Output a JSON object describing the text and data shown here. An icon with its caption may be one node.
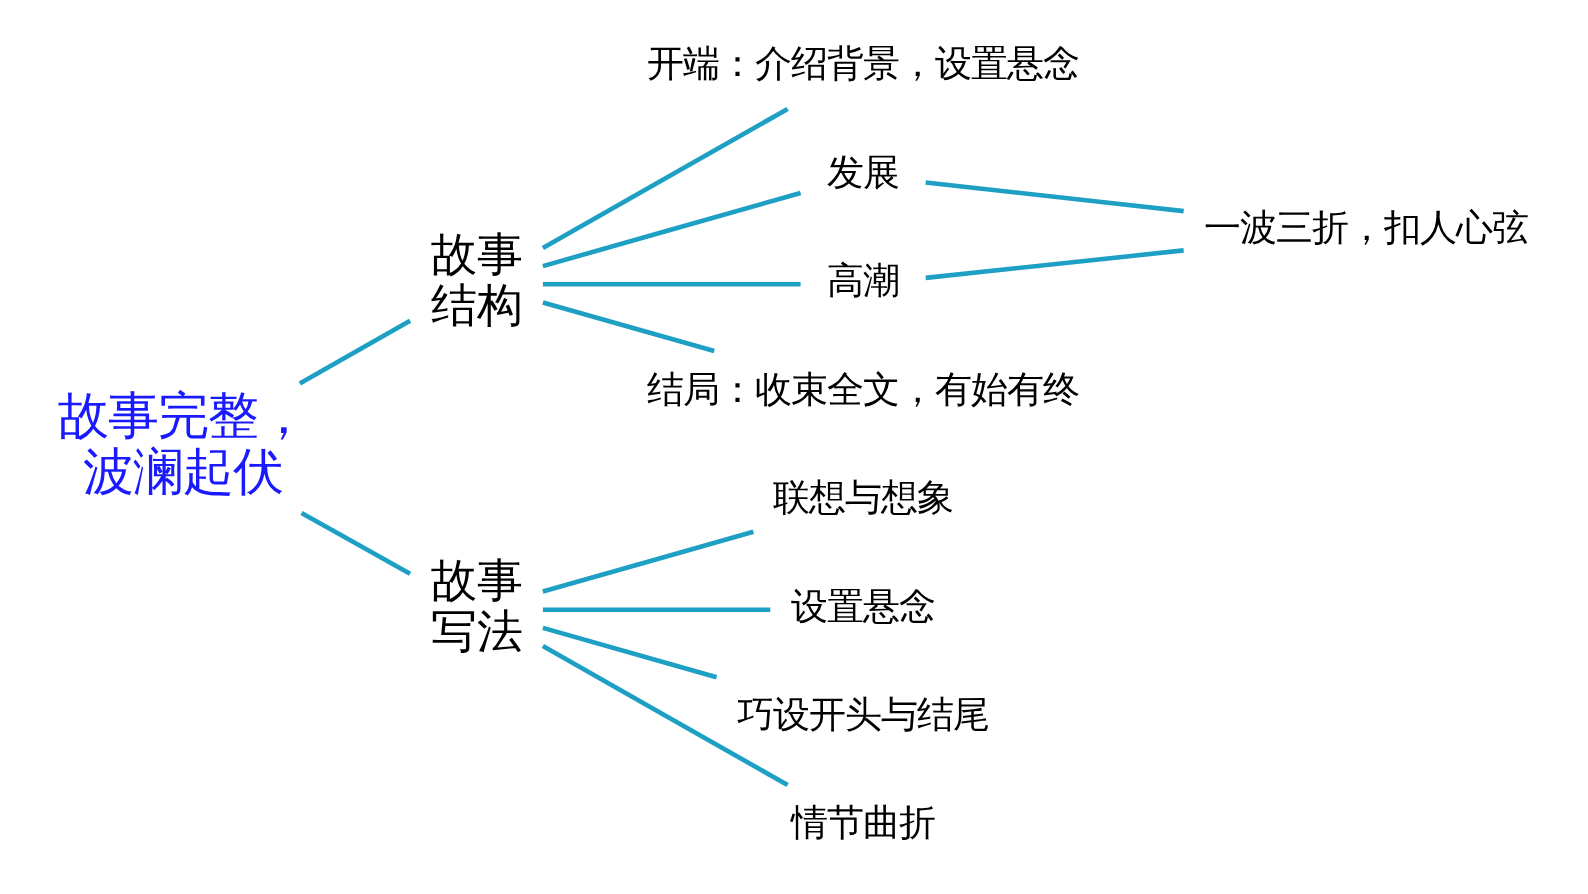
{
  "diagram": {
    "nodes": [
      {
        "text": [
          "故事完整，波澜起伏"
        ]
      },
      {
        "text": [
          "故事结构"
        ]
      },
      {
        "text": [
          "开端：介绍背景，设置悬念"
        ]
      },
      {
        "text": [
          "发展"
        ]
      },
      {
        "text": [
          "高潮"
        ]
      },
      {
        "text": [
          "一波三折，扣人心弦"
        ]
      },
      {
        "text": [
          "结局：收束全文，有始有终"
        ]
      },
      {
        "text": [
          "故事写法"
        ]
      },
      {
        "text": [
          "联想与想象"
        ]
      },
      {
        "text": [
          "设置悬念"
        ]
      },
      {
        "text": [
          "巧设开头与结尾"
        ]
      },
      {
        "text": [
          "情节曲折"
        ]
      }
    ],
    "edges": [
      {
        "from": 0,
        "to": 1,
        "arrow": "none"
      },
      {
        "from": 0,
        "to": 7,
        "arrow": "none"
      },
      {
        "from": 1,
        "to": 2,
        "arrow": "none"
      },
      {
        "from": 1,
        "to": 3,
        "arrow": "none"
      },
      {
        "from": 1,
        "to": 4,
        "arrow": "none"
      },
      {
        "from": 1,
        "to": 6,
        "arrow": "none"
      },
      {
        "from": 3,
        "to": 5,
        "arrow": "none"
      },
      {
        "from": 4,
        "to": 5,
        "arrow": "none"
      },
      {
        "from": 7,
        "to": 8,
        "arrow": "none"
      },
      {
        "from": 7,
        "to": 9,
        "arrow": "none"
      },
      {
        "from": 7,
        "to": 10,
        "arrow": "none"
      },
      {
        "from": 7,
        "to": 11,
        "arrow": "none"
      }
    ]
  }
}
